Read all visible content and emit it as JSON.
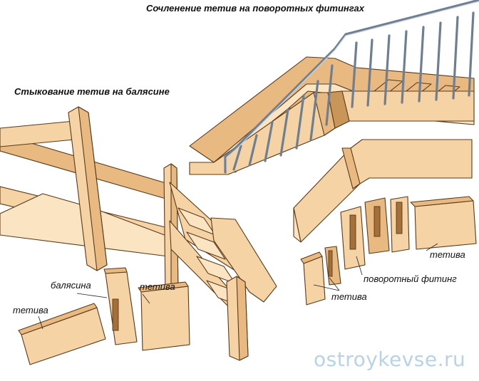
{
  "titles": {
    "main": "Сочленение тетив на поворотных фитингах",
    "secondary": "Стыкование тетив на балясине"
  },
  "labels": {
    "baluster": "балясина",
    "string_left": "тетива",
    "string_mid": "тетива",
    "string_right": "тетива",
    "string_bottom": "тетива",
    "turning_fitting": "поворотный фитинг"
  },
  "watermark": "ostroykevse.ru",
  "colors": {
    "wood": "#f5d3a5",
    "wood_dark": "#e8b980",
    "outline": "#5a3a1a",
    "metal": "#6f7f92",
    "watermark": "#b9d3e6"
  }
}
